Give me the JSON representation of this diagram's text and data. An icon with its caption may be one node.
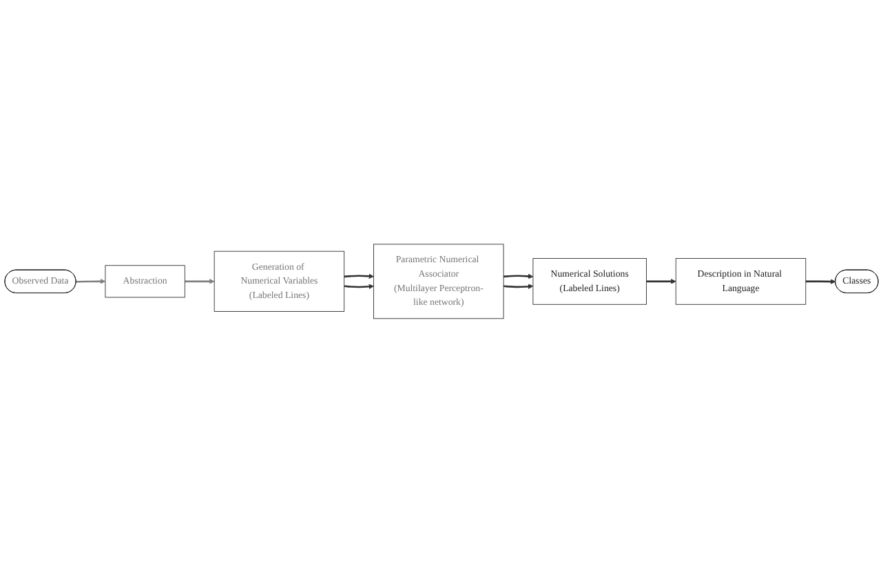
{
  "diagram": {
    "nodes": [
      {
        "text": [
          "Generation of Numerical Variables",
          "(Labeled Lines)"
        ]
      },
      {
        "text": [
          "Parametric Numerical Associator",
          "(Multilayer Perceptron-like network)"
        ]
      },
      {
        "text": [
          "Numerical Solutions",
          "(Labeled Lines)"
        ]
      },
      {
        "text": [
          "Abstraction"
        ]
      },
      {
        "text": [
          "Description in Natural Language"
        ]
      },
      {
        "text": [
          "Observed Data"
        ]
      },
      {
        "text": [
          "Classes"
        ]
      }
    ],
    "edges": [
      {
        "from": 5,
        "to": 3,
        "arrow": "to",
        "color": "#808080"
      },
      {
        "from": 3,
        "to": 0,
        "arrow": "to",
        "color": "#808080"
      },
      {
        "from": 0,
        "to": 1,
        "arrow": "to"
      },
      {
        "from": 0,
        "to": 1,
        "arrow": "to"
      },
      {
        "from": 1,
        "to": 2,
        "arrow": "to"
      },
      {
        "from": 1,
        "to": 2,
        "arrow": "to"
      },
      {
        "from": 2,
        "to": 4,
        "arrow": "to"
      },
      {
        "from": 4,
        "to": 6,
        "arrow": "to"
      }
    ]
  }
}
